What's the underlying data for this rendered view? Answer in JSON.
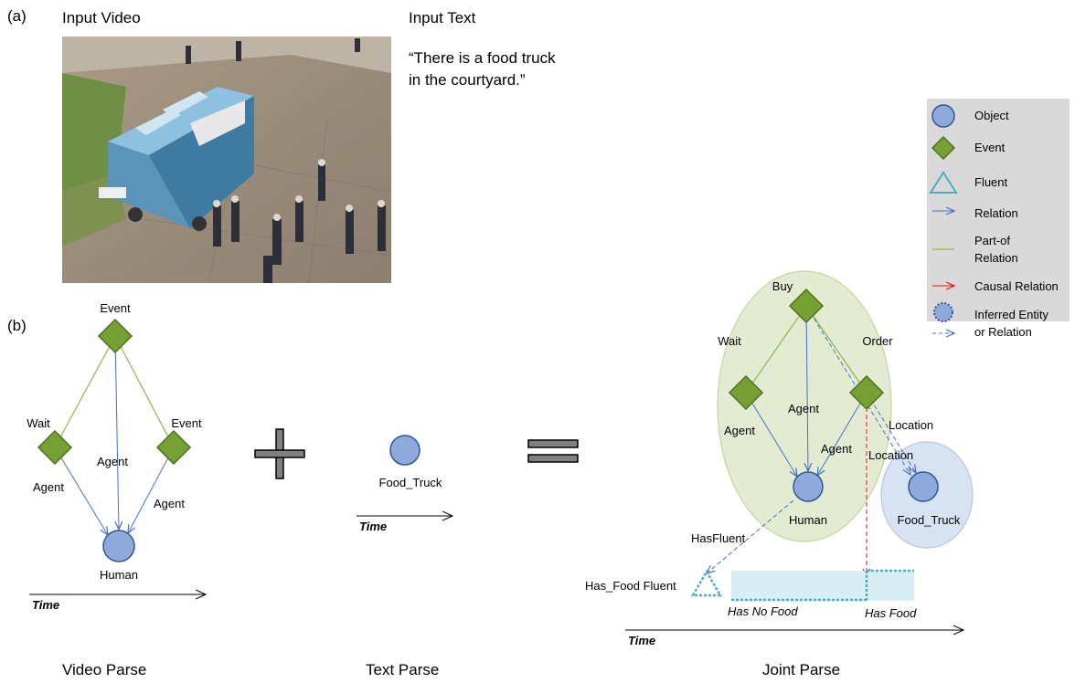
{
  "panel_labels": {
    "a": "(a)",
    "b": "(b)"
  },
  "input_video": {
    "title": "Input Video"
  },
  "input_text": {
    "title": "Input Text",
    "quote": "“There is a food truck in the courtyard.”"
  },
  "video_parse": {
    "nodes": {
      "event": "Event",
      "wait": "Wait",
      "event2": "Event",
      "human": "Human"
    },
    "edges": {
      "agent_left": "Agent",
      "agent_mid": "Agent",
      "agent_right": "Agent"
    },
    "time": "Time",
    "caption": "Video Parse"
  },
  "text_parse": {
    "nodes": {
      "food_truck": "Food_Truck"
    },
    "time": "Time",
    "caption": "Text Parse"
  },
  "joint_parse": {
    "nodes": {
      "buy": "Buy",
      "wait": "Wait",
      "order": "Order",
      "human": "Human",
      "food_truck": "Food_Truck"
    },
    "edges": {
      "agent_left": "Agent",
      "agent_mid": "Agent",
      "agent_right": "Agent",
      "location_1": "Location",
      "location_2": "Location",
      "has_fluent": "HasFluent"
    },
    "fluent": {
      "name": "Has_Food Fluent",
      "state_no": "Has No Food",
      "state_yes": "Has Food"
    },
    "time": "Time",
    "caption": "Joint Parse"
  },
  "legend": {
    "object": "Object",
    "event": "Event",
    "fluent": "Fluent",
    "relation": "Relation",
    "partof_1": "Part-of",
    "partof_2": "Relation",
    "causal": "Causal Relation",
    "inferred_1": "Inferred Entity",
    "inferred_2": "or Relation"
  },
  "colors": {
    "event_fill": "#76a032",
    "event_stroke": "#4f6f22",
    "object_fill": "#8eaadb",
    "object_stroke": "#2f5597",
    "relation": "#4472c4",
    "partof": "#8db846",
    "causal": "#e8151c",
    "fluent": "#4bacc6",
    "group_green": "#e3ecd3",
    "group_blue": "#d7e2f2",
    "legend_bg": "#d9d9d9"
  }
}
